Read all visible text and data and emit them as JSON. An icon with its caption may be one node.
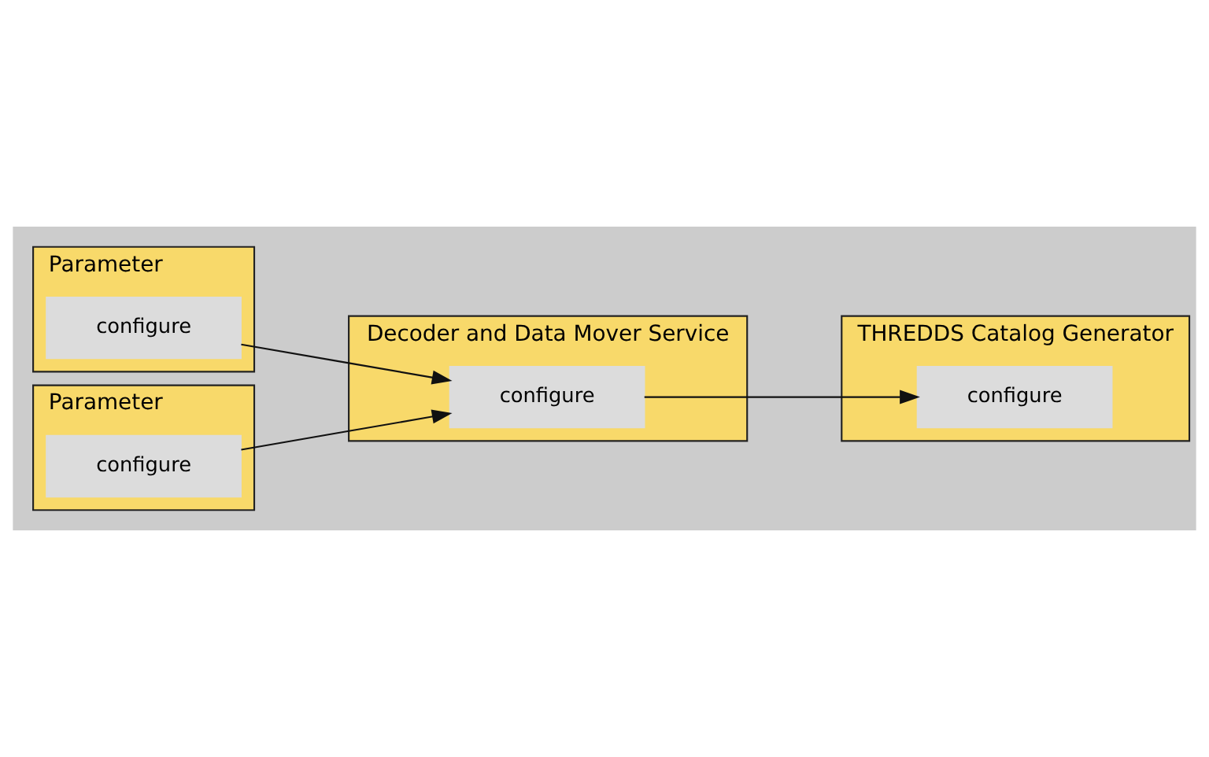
{
  "diagram": {
    "nodes": [
      {
        "text": [
          "Parameter"
        ]
      },
      {
        "text": [
          "configure"
        ],
        "in": 0
      },
      {
        "text": [
          "Parameter"
        ]
      },
      {
        "text": [
          "configure"
        ],
        "in": 2
      },
      {
        "text": [
          "Decoder and Data Mover Service"
        ]
      },
      {
        "text": [
          "configure"
        ],
        "in": 4
      },
      {
        "text": [
          "THREDDS Catalog Generator"
        ]
      },
      {
        "text": [
          "configure"
        ],
        "in": 6
      }
    ],
    "edges": [
      {
        "from": 1,
        "to": 5,
        "arrow": "to"
      },
      {
        "from": 3,
        "to": 5,
        "arrow": "to"
      },
      {
        "from": 5,
        "to": 7,
        "arrow": "to"
      }
    ]
  }
}
